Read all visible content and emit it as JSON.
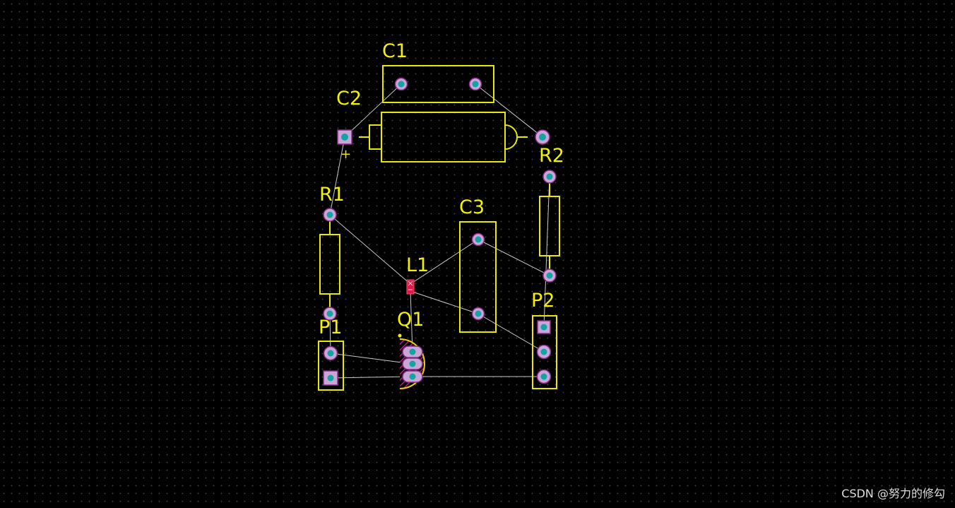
{
  "colors": {
    "background": "#000000",
    "silkscreen": "#f2f200",
    "pad": "#c8a6d6",
    "drill": "#14a3a3",
    "ratsnest": "#c8c8c8",
    "marker": "#e0194a"
  },
  "components": {
    "c1": "C1",
    "c2": "C2",
    "c3": "C3",
    "r1": "R1",
    "r2": "R2",
    "l1": "L1",
    "q1": "Q1",
    "p1": "P1",
    "p2": "P2"
  },
  "polarity_mark": "+",
  "watermark": "CSDN @努力的修勾"
}
